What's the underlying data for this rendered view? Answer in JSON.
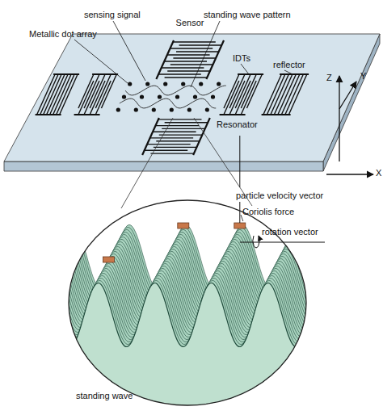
{
  "diagram": {
    "nodes": [
      {
        "text": [
          "Sensor"
        ]
      },
      {
        "text": [
          "standing wave"
        ]
      }
    ],
    "labels": [
      "Metallic dot array",
      "sensing signal",
      "standing wave pattern",
      "IDTs",
      "reflector",
      "Resonator",
      "Z",
      "Y",
      "X",
      "particle velocity vector",
      "Coriolis force",
      "rotation vector"
    ]
  }
}
